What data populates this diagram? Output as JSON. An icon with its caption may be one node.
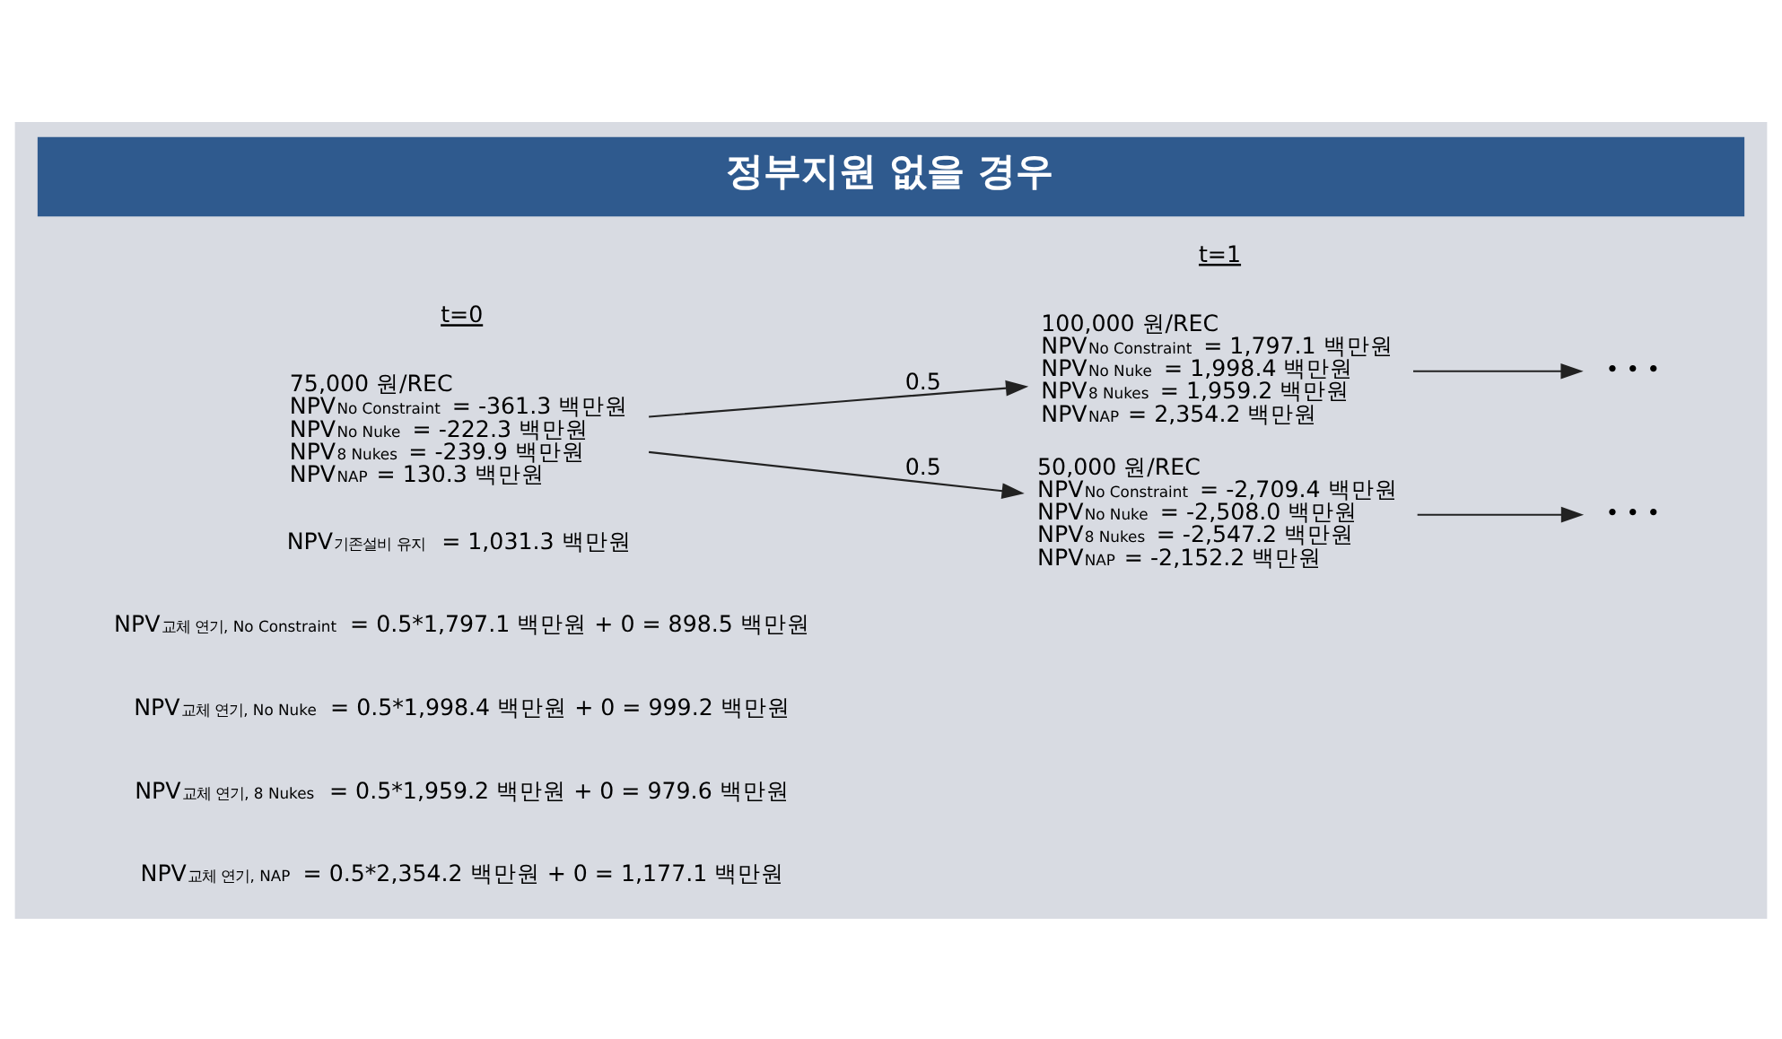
{
  "diagram": {
    "title": "정부지원 없을 경우",
    "nodes": [
      {
        "text": [
          "75,000 원/REC",
          "NPV$_{No Constraint}$ = -361.3 백만원",
          "NPV$_{No Nuke}$ = -222.3 백만원",
          "NPV$_{8 Nukes}$ = -239.9 백만원",
          "NPV$_{NAP}$ = 130.3 백만원"
        ]
      },
      {
        "text": [
          "100,000 원/REC",
          "NPV$_{No Constraint}$ = 1,797.1 백만원",
          "NPV$_{No Nuke}$ = 1,998.4 백만원",
          "NPV$_{8 Nukes}$ = 1,959.2 백만원",
          "NPV$_{NAP}$ = 2,354.2 백만원"
        ]
      },
      {
        "text": [
          "50,000 원/REC",
          "NPV$_{No Constraint}$ = -2,709.4 백만원",
          "NPV$_{No Nuke}$ = -2,508.0 백만원",
          "NPV$_{8 Nukes}$ = -2,547.2 백만원",
          "NPV$_{NAP}$ = -2,152.2 백만원"
        ]
      },
      {
        "text": [
          "• • •"
        ]
      },
      {
        "text": [
          "• • •"
        ]
      }
    ],
    "edges": [
      {
        "from": 0,
        "to": 1,
        "arrow": "to",
        "label": "0.5"
      },
      {
        "from": 0,
        "to": 2,
        "arrow": "to",
        "label": "0.5"
      },
      {
        "from": 1,
        "to": 3,
        "arrow": "to"
      },
      {
        "from": 2,
        "to": 4,
        "arrow": "to"
      }
    ],
    "labels": [
      "t=0",
      "t=1",
      "NPV$_{기존설비 유지}$ = 1,031.3 백만원",
      "NPV$_{교체 연기, No Constraint}$ = 0.5*1,797.1 백만원 + 0 = 898.5 백만원",
      "NPV$_{교체 연기, No Nuke}$ = 0.5*1,998.4 백만원 + 0 = 999.2 백만원",
      "NPV$_{교체 연기, 8 Nukes}$ = 0.5*1,959.2 백만원 + 0 = 979.6 백만원",
      "NPV$_{교체 연기, NAP}$ = 0.5*2,354.2 백만원 + 0 = 1,177.1 백만원"
    ]
  }
}
